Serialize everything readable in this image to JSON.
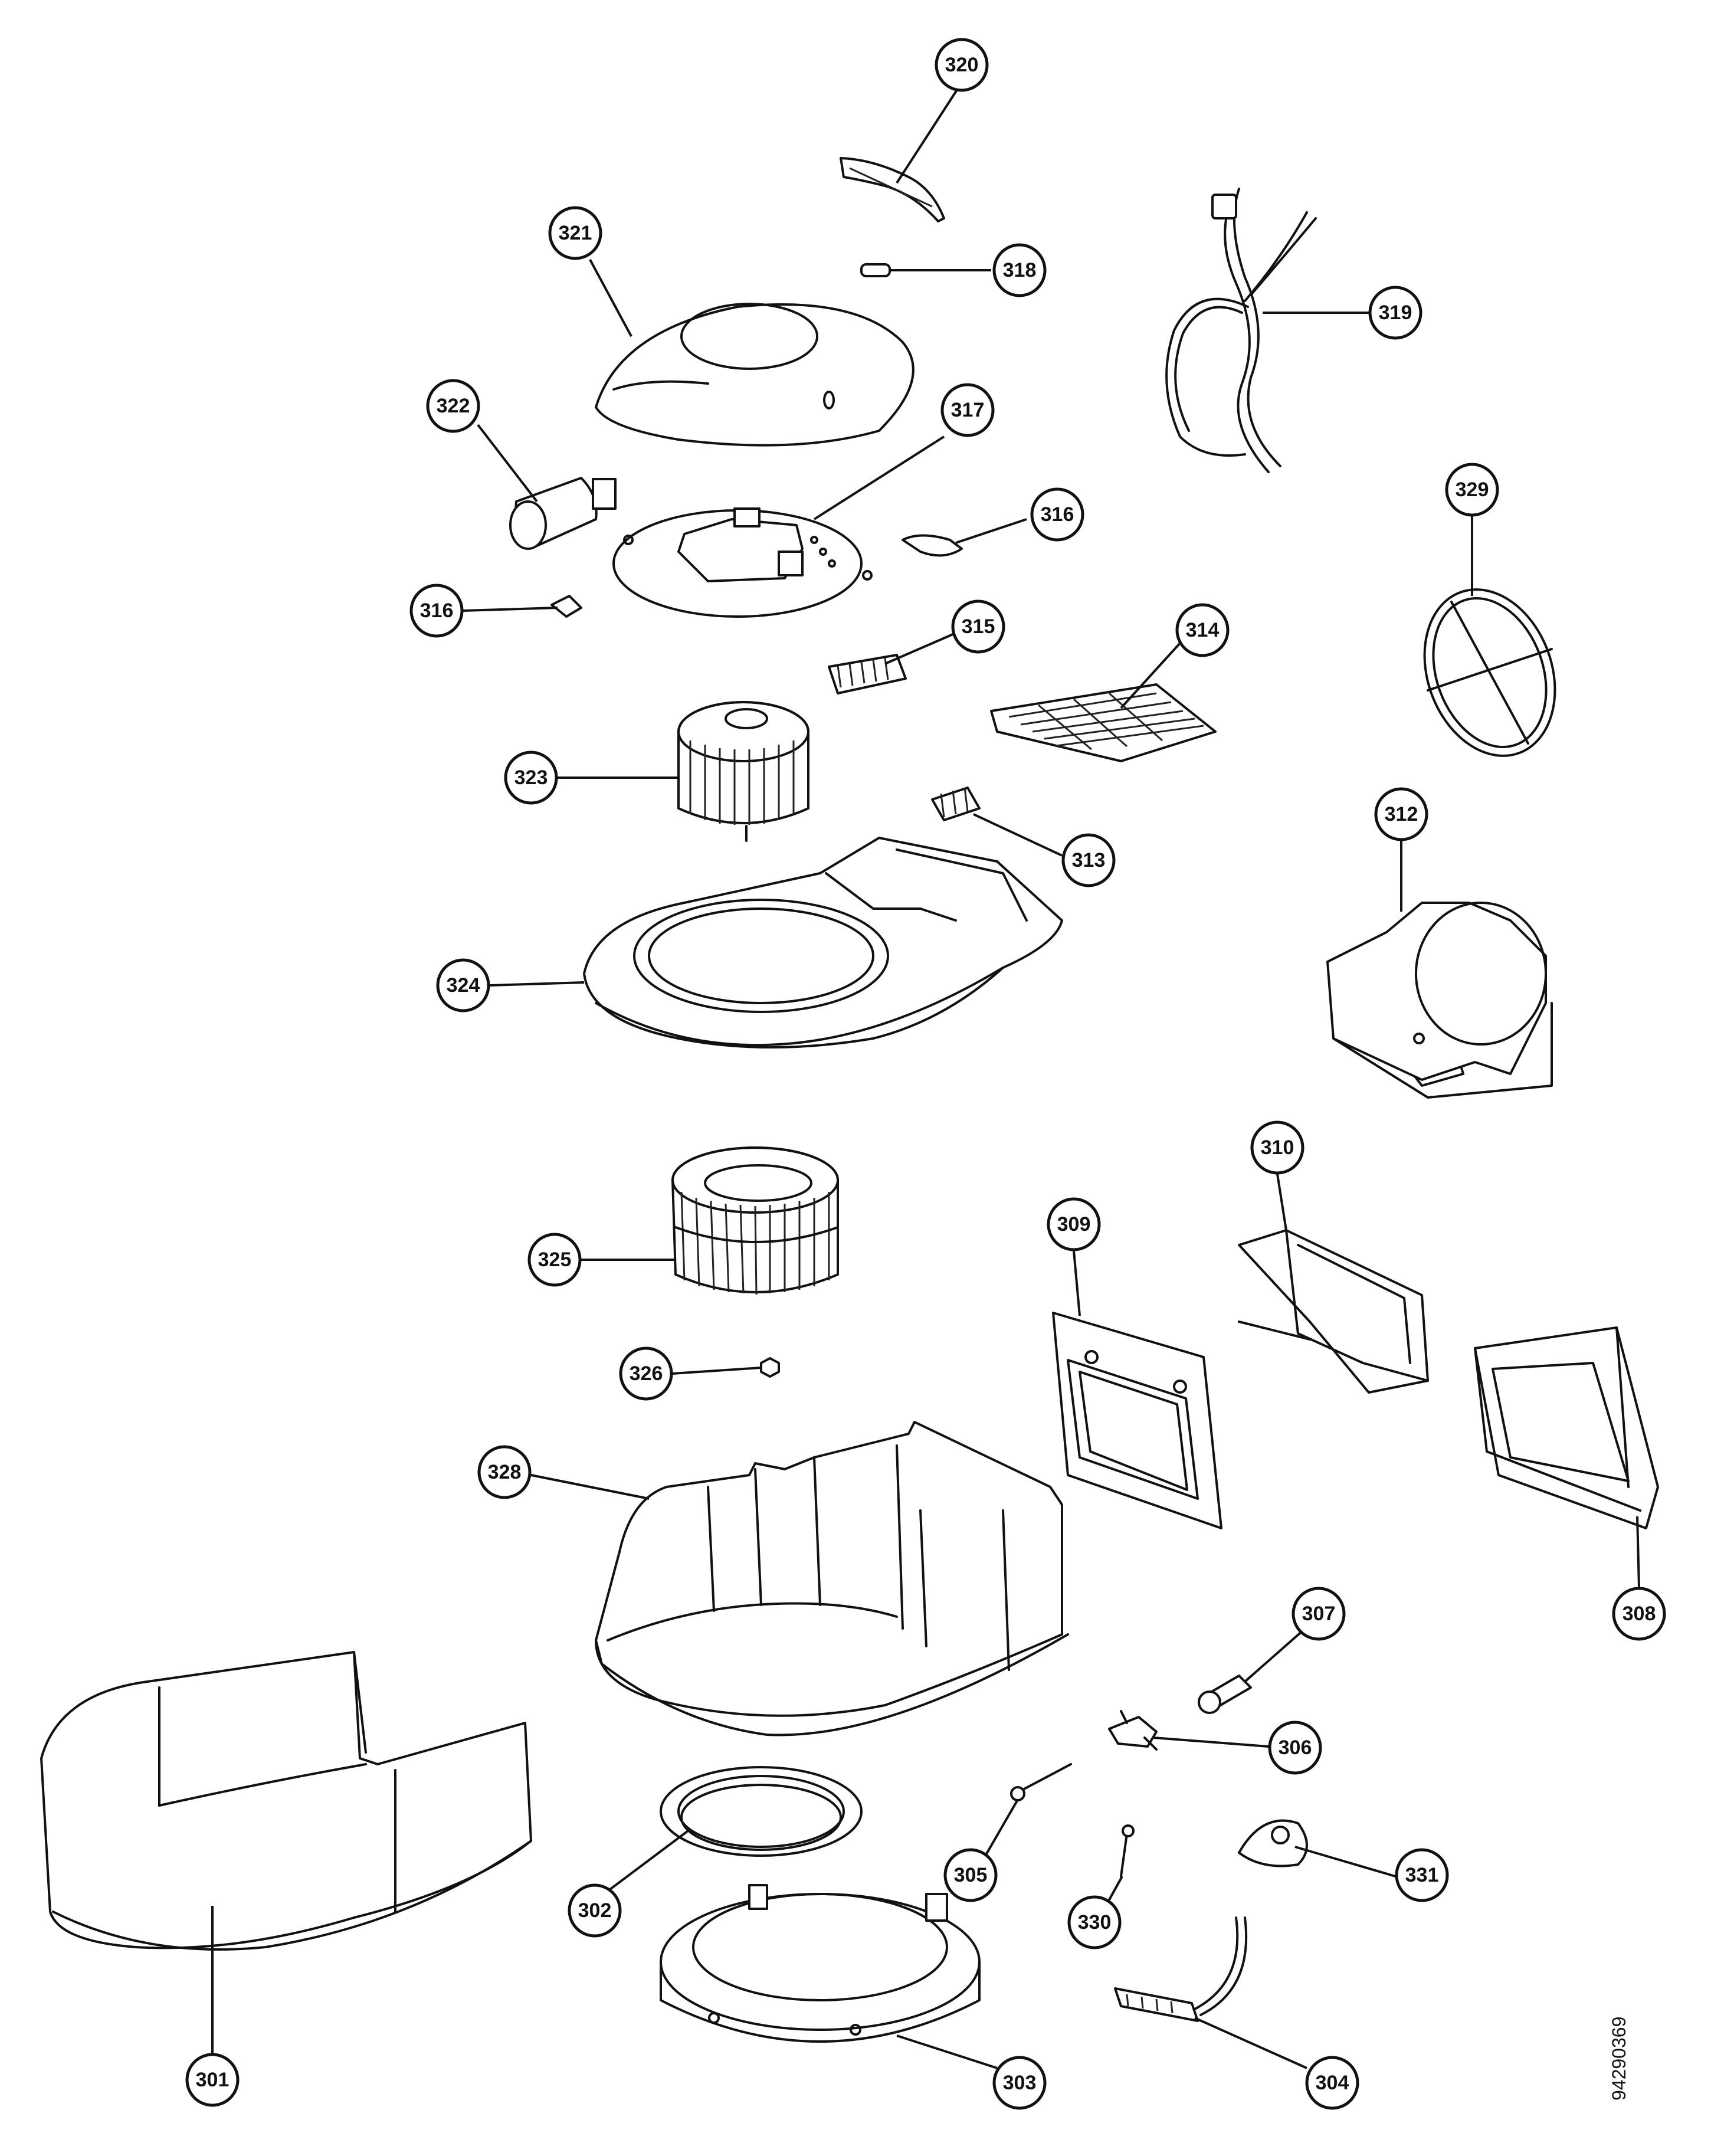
{
  "document_number": "94290369",
  "callouts": [
    {
      "id": "c320",
      "label": "320"
    },
    {
      "id": "c321",
      "label": "321"
    },
    {
      "id": "c318",
      "label": "318"
    },
    {
      "id": "c319",
      "label": "319"
    },
    {
      "id": "c322",
      "label": "322"
    },
    {
      "id": "c317",
      "label": "317"
    },
    {
      "id": "c316a",
      "label": "316"
    },
    {
      "id": "c316b",
      "label": "316"
    },
    {
      "id": "c329",
      "label": "329"
    },
    {
      "id": "c315",
      "label": "315"
    },
    {
      "id": "c314",
      "label": "314"
    },
    {
      "id": "c323",
      "label": "323"
    },
    {
      "id": "c313",
      "label": "313"
    },
    {
      "id": "c312",
      "label": "312"
    },
    {
      "id": "c324",
      "label": "324"
    },
    {
      "id": "c310",
      "label": "310"
    },
    {
      "id": "c309",
      "label": "309"
    },
    {
      "id": "c325",
      "label": "325"
    },
    {
      "id": "c326",
      "label": "326"
    },
    {
      "id": "c328",
      "label": "328"
    },
    {
      "id": "c308",
      "label": "308"
    },
    {
      "id": "c307",
      "label": "307"
    },
    {
      "id": "c306",
      "label": "306"
    },
    {
      "id": "c305",
      "label": "305"
    },
    {
      "id": "c331",
      "label": "331"
    },
    {
      "id": "c302",
      "label": "302"
    },
    {
      "id": "c330",
      "label": "330"
    },
    {
      "id": "c301",
      "label": "301"
    },
    {
      "id": "c303",
      "label": "303"
    },
    {
      "id": "c304",
      "label": "304"
    }
  ]
}
